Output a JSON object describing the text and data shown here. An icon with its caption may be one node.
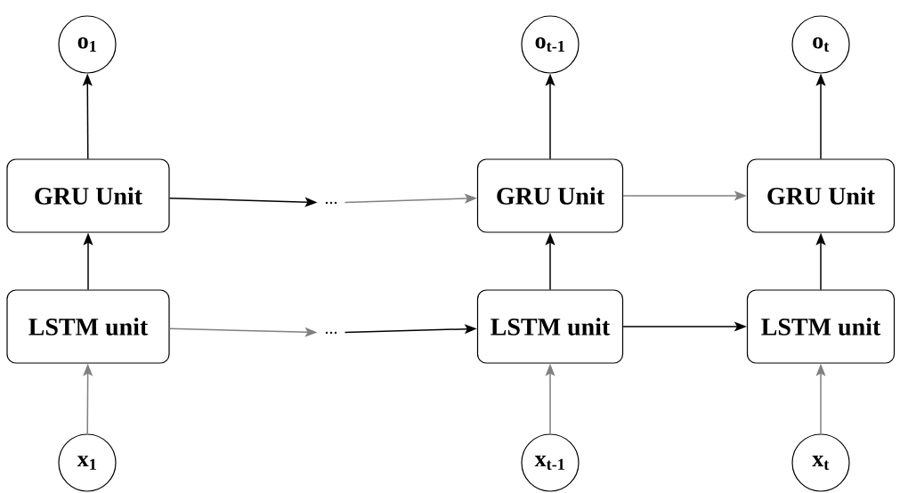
{
  "diagram": {
    "nodes": [
      {
        "text": [
          "o$_{1}$"
        ]
      },
      {
        "text": [
          "o$_{t-1}$"
        ]
      },
      {
        "text": [
          "o$_{t}$"
        ]
      },
      {
        "text": [
          "GRU Unit"
        ]
      },
      {
        "text": [
          "..."
        ]
      },
      {
        "text": [
          "GRU Unit"
        ]
      },
      {
        "text": [
          "GRU Unit"
        ]
      },
      {
        "text": [
          "LSTM unit"
        ]
      },
      {
        "text": [
          "..."
        ]
      },
      {
        "text": [
          "LSTM unit"
        ]
      },
      {
        "text": [
          "LSTM unit"
        ]
      },
      {
        "text": [
          "x$_{1}$"
        ]
      },
      {
        "text": [
          "x$_{t-1}$"
        ]
      },
      {
        "text": [
          "x$_{t}$"
        ]
      }
    ],
    "edges": [
      {
        "from": 3,
        "to": 0,
        "arrow": "to"
      },
      {
        "from": 5,
        "to": 1,
        "arrow": "to"
      },
      {
        "from": 6,
        "to": 2,
        "arrow": "to"
      },
      {
        "from": 7,
        "to": 3,
        "arrow": "to"
      },
      {
        "from": 9,
        "to": 5,
        "arrow": "to"
      },
      {
        "from": 10,
        "to": 6,
        "arrow": "to"
      },
      {
        "from": 11,
        "to": 7,
        "arrow": "to",
        "color": "#808080"
      },
      {
        "from": 12,
        "to": 9,
        "arrow": "to",
        "color": "#808080"
      },
      {
        "from": 13,
        "to": 10,
        "arrow": "to",
        "color": "#808080"
      },
      {
        "from": 3,
        "to": 4,
        "arrow": "to"
      },
      {
        "from": 4,
        "to": 5,
        "arrow": "to",
        "color": "#808080"
      },
      {
        "from": 5,
        "to": 6,
        "arrow": "to",
        "color": "#808080"
      },
      {
        "from": 7,
        "to": 8,
        "arrow": "to",
        "color": "#808080"
      },
      {
        "from": 8,
        "to": 9,
        "arrow": "to"
      },
      {
        "from": 9,
        "to": 10,
        "arrow": "to"
      }
    ]
  }
}
